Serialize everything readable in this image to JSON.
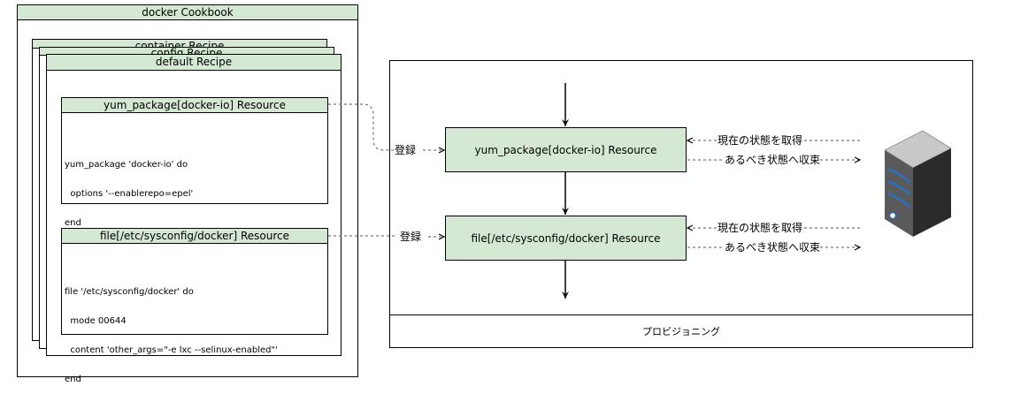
{
  "cookbook": {
    "title": "docker Cookbook",
    "recipes": [
      "container Recipe",
      "config Recipe",
      "default Recipe"
    ],
    "resources": [
      {
        "title": "yum_package[docker-io] Resource",
        "code": [
          "yum_package 'docker-io' do",
          "  options '--enablerepo=epel'",
          "end"
        ]
      },
      {
        "title": "file[/etc/sysconfig/docker] Resource",
        "code": [
          "file '/etc/sysconfig/docker' do",
          "  mode 00644",
          "  content 'other_args=\"-e lxc --selinux-enabled\"'",
          "end"
        ]
      }
    ]
  },
  "provisioning": {
    "caption": "プロビジョニング",
    "resources": [
      "yum_package[docker-io] Resource",
      "file[/etc/sysconfig/docker] Resource"
    ],
    "register_label": "登録",
    "get_state_label": "現在の状態を取得",
    "converge_label": "あるべき状態へ収束"
  },
  "server": {
    "icon": "server-icon"
  },
  "colors": {
    "resource_fill": "#d5e8d4",
    "border": "#000000",
    "connector": "#666666"
  }
}
